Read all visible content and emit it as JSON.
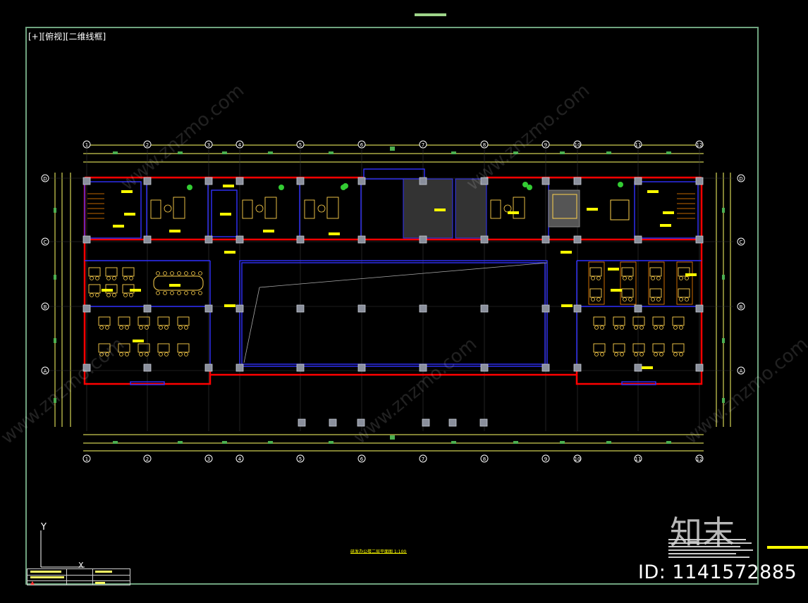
{
  "viewport": {
    "label": "[+][俯视][二维线框]",
    "background": "#000000",
    "border_color": "#6fa37f"
  },
  "drawing": {
    "title": "研发办公楼二层平面图 1:100",
    "column_axes": [
      "1",
      "2",
      "3",
      "4",
      "5",
      "6",
      "7",
      "8",
      "9",
      "10",
      "11",
      "12"
    ],
    "row_axes": [
      "D",
      "C",
      "B",
      "A"
    ],
    "colors": {
      "wall": "#ff0000",
      "structure": "#3030ff",
      "furniture": "#ffd24d",
      "dimension": "#ffff66",
      "plant": "#33cc33"
    }
  },
  "ucs": {
    "y_label": "Y",
    "x_label": "X"
  },
  "watermark": {
    "text": "www.znzmo.com",
    "logo": "知末",
    "id_label": "ID: 1141572885"
  }
}
